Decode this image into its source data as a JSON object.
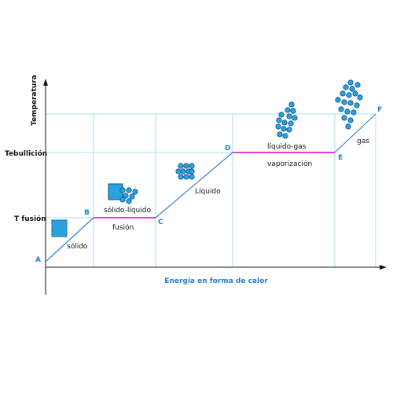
{
  "axes": {
    "y_title": "Temperatura",
    "x_title": "Energía en forma de calor",
    "y_ticks": {
      "t_ebullicion": "Tebullición",
      "t_fusion": "T fusión"
    }
  },
  "points": {
    "a": "A",
    "b": "B",
    "c": "C",
    "d": "D",
    "e": "E",
    "f": "F"
  },
  "segments": {
    "solido": "sólido",
    "solido_liquido": "sólido-líquido",
    "fusion": "fusión",
    "liquido": "Líquido",
    "liquido_gas": "líquido-gas",
    "vaporizacion": "vaporización",
    "gas": "gas"
  },
  "colors": {
    "axis": "#111111",
    "curve": "#3a7fd0",
    "plateau": "#e040e0",
    "grid": "#8ad8ec",
    "particle_fill": "#29a3dd",
    "particle_stroke": "#0a4f8a",
    "point_label": "#1e7fd6"
  }
}
